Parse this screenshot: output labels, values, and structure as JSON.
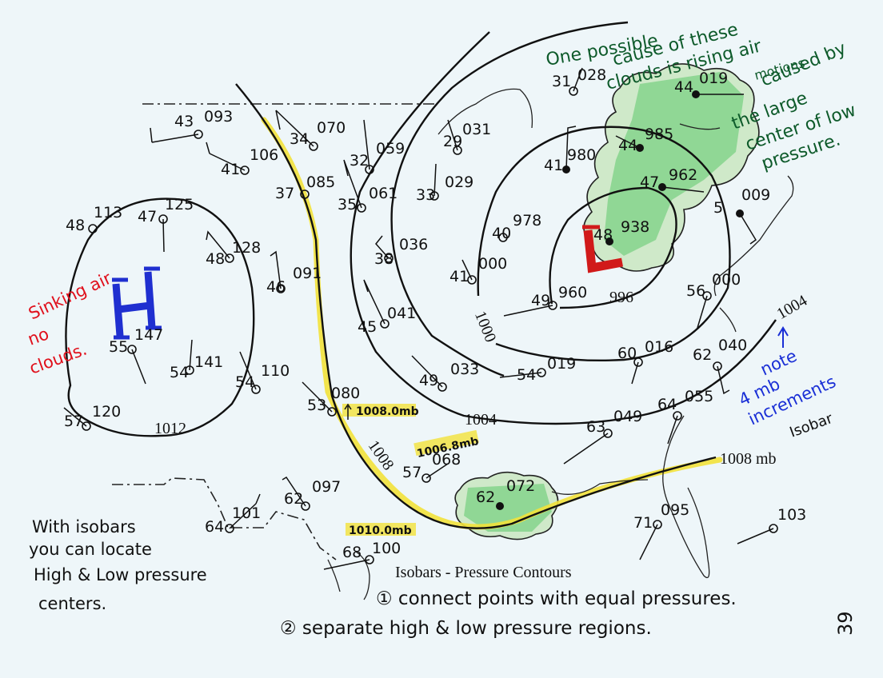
{
  "notes": {
    "cause": [
      "One possible",
      "cause of these",
      "clouds is rising air",
      "motions",
      "caused by",
      "the large",
      "center of low",
      "pressure."
    ],
    "sinking": [
      "Sinking air",
      "no",
      "clouds."
    ],
    "increments": [
      "note",
      "4 mb",
      "increments",
      "Isobar"
    ],
    "locate": [
      "With isobars",
      "you can locate",
      "High & Low pressure",
      "centers."
    ],
    "title": "Isobars - Pressure Contours",
    "step1": "① connect points with equal pressures.",
    "step2": "② separate high & low pressure regions.",
    "page_mark": "39"
  },
  "centers": {
    "high": "H",
    "low": "L"
  },
  "isobars": {
    "i1012": "1012",
    "i1008": "1008",
    "i1008mb": "1008 mb",
    "i1004a": "1004",
    "i1004b": "1004",
    "i1000": "1000",
    "i996": "996"
  },
  "interp": {
    "a": "1008.0mb",
    "b": "1006.8mb",
    "c": "1010.0mb"
  },
  "stations": [
    {
      "t": "43",
      "p": "093"
    },
    {
      "t": "41",
      "p": "106"
    },
    {
      "t": "34",
      "p": "070"
    },
    {
      "t": "37",
      "p": "085"
    },
    {
      "t": "32",
      "p": "059"
    },
    {
      "t": "35",
      "p": "061"
    },
    {
      "t": "29",
      "p": "031"
    },
    {
      "t": "33",
      "p": "029"
    },
    {
      "t": "31",
      "p": "028"
    },
    {
      "t": "44",
      "p": "019"
    },
    {
      "t": "41",
      "p": "980"
    },
    {
      "t": "44",
      "p": "985"
    },
    {
      "t": "47",
      "p": "962"
    },
    {
      "t": "5",
      "p": "009"
    },
    {
      "t": "48",
      "p": "113"
    },
    {
      "t": "47",
      "p": "125"
    },
    {
      "t": "48",
      "p": "128"
    },
    {
      "t": "46",
      "p": "091"
    },
    {
      "t": "38",
      "p": "036"
    },
    {
      "t": "40",
      "p": "978"
    },
    {
      "t": "48",
      "p": "938"
    },
    {
      "t": "41",
      "p": "000"
    },
    {
      "t": "49",
      "p": "960"
    },
    {
      "t": "56",
      "p": "000"
    },
    {
      "t": "55",
      "p": "147"
    },
    {
      "t": "54",
      "p": "141"
    },
    {
      "t": "45",
      "p": "041"
    },
    {
      "t": "54",
      "p": "110"
    },
    {
      "t": "49",
      "p": "033"
    },
    {
      "t": "54",
      "p": "019"
    },
    {
      "t": "60",
      "p": "016"
    },
    {
      "t": "62",
      "p": "040"
    },
    {
      "t": "57",
      "p": "120"
    },
    {
      "t": "53",
      "p": "080"
    },
    {
      "t": "63",
      "p": "049"
    },
    {
      "t": "64",
      "p": "055"
    },
    {
      "t": "57",
      "p": "068"
    },
    {
      "t": "62",
      "p": "097"
    },
    {
      "t": "62",
      "p": "072"
    },
    {
      "t": "64",
      "p": "101"
    },
    {
      "t": "68",
      "p": "100"
    },
    {
      "t": "71",
      "p": "095"
    },
    {
      "t": "",
      "p": "103"
    }
  ],
  "colors": {
    "high": "#1f2fd0",
    "low": "#d11a1a",
    "sinking": "#e0101c",
    "increments": "#1a2fd6",
    "front": "#f2e23a",
    "cloud": "#52c46a"
  }
}
